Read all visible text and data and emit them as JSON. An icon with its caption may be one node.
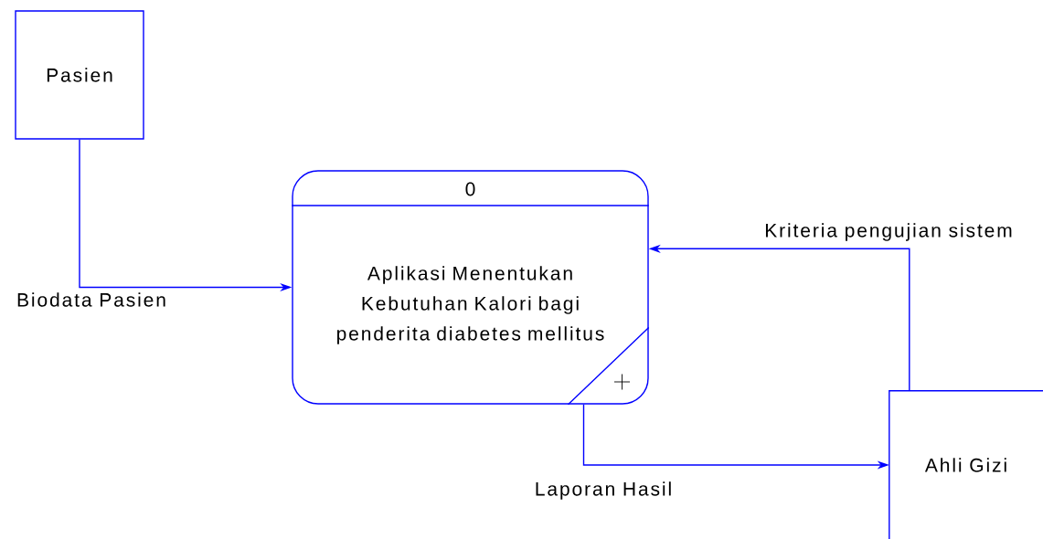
{
  "diagram": {
    "nodes": [
      {
        "text": [
          "Pasien"
        ]
      },
      {
        "text": [
          "0",
          "Aplikasi Menentukan Kebutuhan Kalori bagi penderita diabetes mellitus"
        ]
      },
      {
        "text": [
          "Ahli Gizi"
        ]
      }
    ],
    "edges": [
      {
        "from": 0,
        "to": 1,
        "arrow": "to",
        "label": "Biodata Pasien"
      },
      {
        "from": 2,
        "to": 1,
        "arrow": "to",
        "label": "Kriteria pengujian sistem"
      },
      {
        "from": 1,
        "to": 2,
        "arrow": "to",
        "label": "Laporan Hasil"
      }
    ]
  }
}
